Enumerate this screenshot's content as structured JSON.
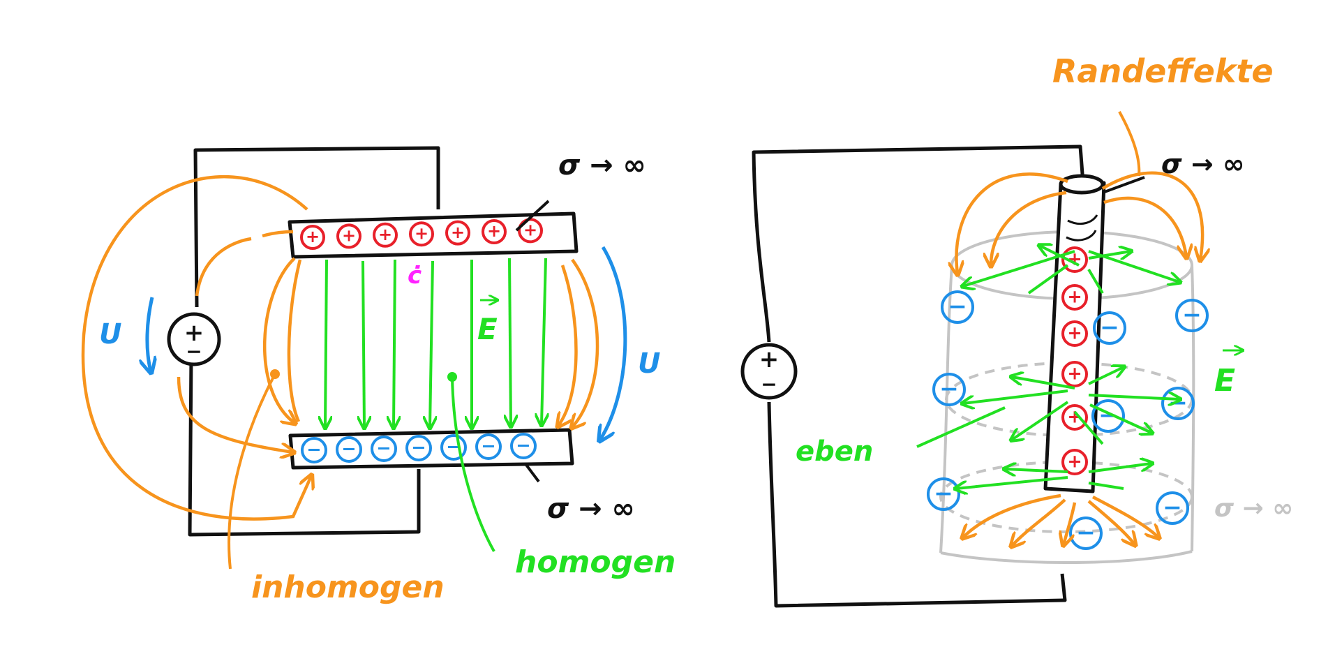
{
  "colors": {
    "ink": "#111111",
    "positive": "#e8202a",
    "negative": "#1e8fe8",
    "field": "#22e022",
    "fringe": "#f7941d",
    "voltage": "#1e8fe8",
    "charge_marker": "#ff22ff",
    "faded": "#c4c4c4"
  },
  "left_figure": {
    "label_sigma_top": "σ → ∞",
    "label_sigma_bottom": "σ → ∞",
    "label_voltage_left": "U",
    "label_voltage_right": "U",
    "label_field": "E",
    "label_inhomogeneous": "inhomogen",
    "label_homogeneous": "homogen",
    "plus_charge_count": 7,
    "minus_charge_count": 7,
    "source_plus": "+",
    "source_minus": "−",
    "charge_plus": "+",
    "charge_minus": "−",
    "marker": "ċ"
  },
  "right_figure": {
    "label_edge_effects": "Randeffekte",
    "label_sigma_top": "σ → ∞",
    "label_sigma_faded": "σ → ∞",
    "label_field": "E",
    "label_plane": "eben",
    "source_plus": "+",
    "source_minus": "−",
    "charge_plus": "+",
    "charge_minus": "−"
  }
}
